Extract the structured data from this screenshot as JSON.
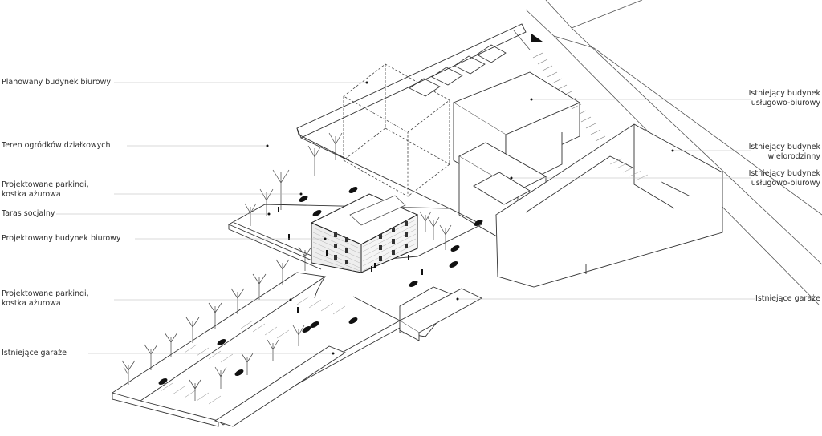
{
  "labels_left": [
    "Planowany budynek biurowy",
    "Teren ogródków działkowych",
    "Projektowane parkingi,\nkostka ażurowa",
    "Taras socjalny",
    "Projektowany budynek biurowy",
    "Projektowane parkingi,\nkostka ażurowa",
    "Istniejące garaże"
  ],
  "labels_right": [
    "Istniejący budynek\nusługowo-biurowy",
    "Istniejący budynek\nwielorodzinny",
    "Istniejący budynek\nusługowo-biurowy",
    "Istniejące garaże"
  ],
  "colors": {
    "line": "#2a2a2a",
    "thin": "#6a6a6a",
    "leader": "#b5b5b5",
    "brick": "#8a8a8a"
  }
}
